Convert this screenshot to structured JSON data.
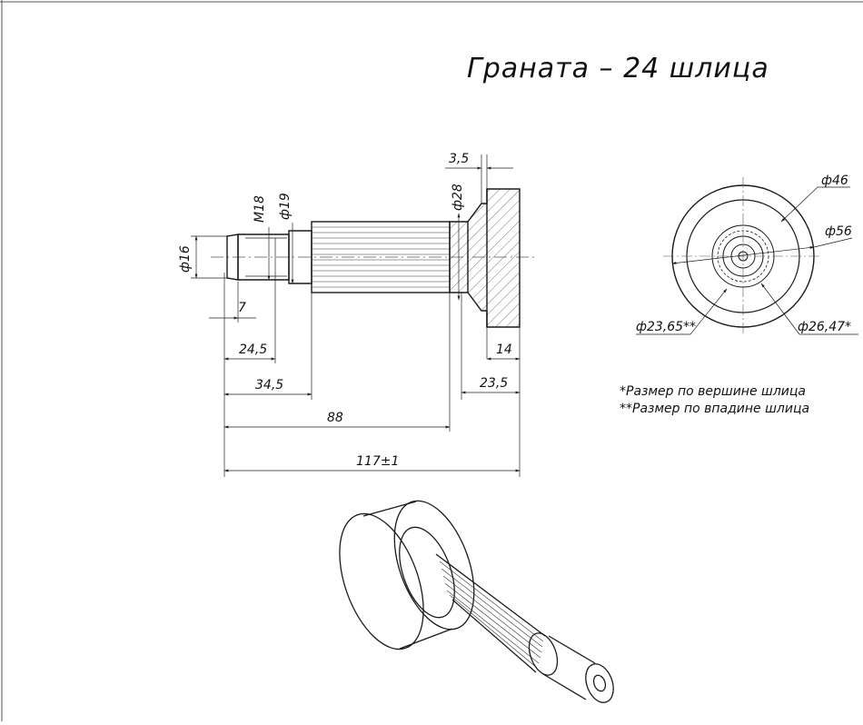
{
  "title": "Граната – 24 шлица",
  "notes": {
    "tip": "*Размер по вершине шлица",
    "root": "**Размер по впадине шлица"
  },
  "dimensions": {
    "d16": "ф16",
    "m18": "M18",
    "d19": "ф19",
    "d28": "ф28",
    "l3_5": "3,5",
    "l7": "7",
    "l24_5": "24,5",
    "l34_5": "34,5",
    "l88": "88",
    "l117": "117±1",
    "l14": "14",
    "l23_5": "23,5",
    "d46": "ф46",
    "d56": "ф56",
    "d23_65": "ф23,65**",
    "d26_47": "ф26,47*"
  },
  "colors": {
    "line": "#1a1a1a",
    "thin": "#333333"
  }
}
